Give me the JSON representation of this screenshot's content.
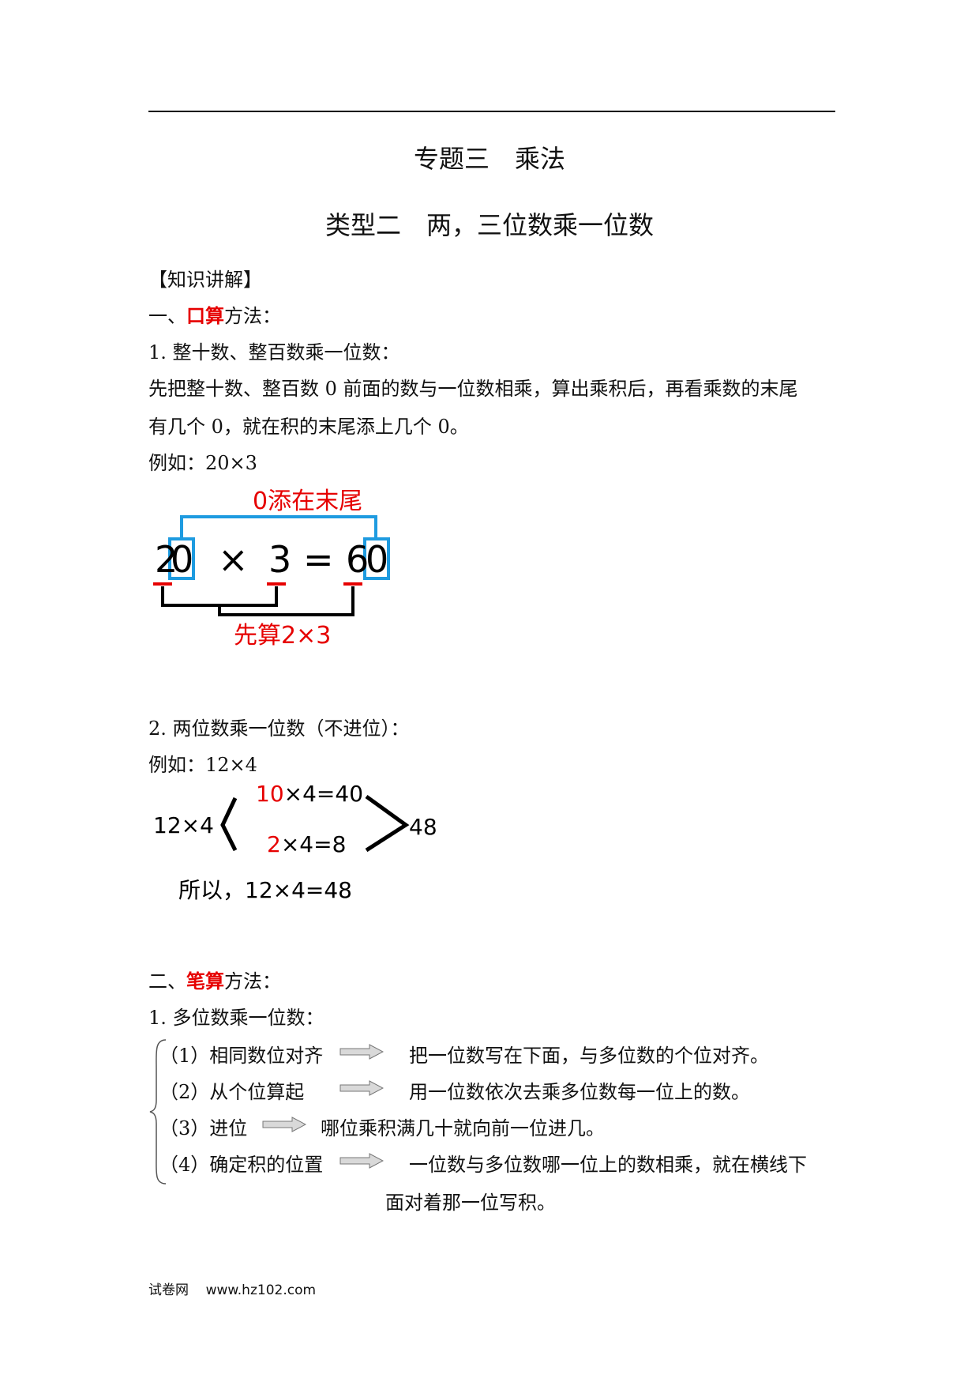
{
  "title": "专题三　乘法",
  "subtitle": "类型二　两，三位数乘一位数",
  "section_label": "【知识讲解】",
  "part1": {
    "prefix": "一、",
    "highlight": "口算",
    "suffix": "方法：",
    "item1": {
      "heading": "1. 整十数、整百数乘一位数：",
      "text_line1": "先把整十数、整百数 0 前面的数与一位数相乘，算出乘积后，再看乘数的末尾",
      "text_line2": "有几个 0，就在积的末尾添上几个 0。",
      "example": "例如：20×3",
      "diagram": {
        "top_label": "0添在末尾",
        "n1": "2",
        "n1b": "0",
        "op": "×",
        "n2": "3",
        "eq": "=",
        "r1": "6",
        "r1b": "0",
        "bottom_label": "先算2×3"
      }
    },
    "item2": {
      "heading": "2. 两位数乘一位数（不进位）：",
      "example": "例如：12×4",
      "diagram": {
        "left": "12×4",
        "top_red": "10",
        "top_rest": "×4=40",
        "bottom_red": "2",
        "bottom_rest": "×4=8",
        "result": "48",
        "conclusion": "所以，12×4=48"
      }
    }
  },
  "part2": {
    "prefix": "二、",
    "highlight": "笔算",
    "suffix": "方法：",
    "heading": "1. 多位数乘一位数：",
    "steps": [
      {
        "label": "（1）相同数位对齐",
        "desc": "把一位数写在下面，与多位数的个位对齐。"
      },
      {
        "label": "（2）从个位算起",
        "desc": "用一位数依次去乘多位数每一位上的数。"
      },
      {
        "label": "（3）进位",
        "desc": "哪位乘积满几十就向前一位进几。"
      },
      {
        "label": "（4）确定积的位置",
        "desc": "一位数与多位数哪一位上的数相乘，就在横线下",
        "desc2": "面对着那一位写积。"
      }
    ]
  },
  "footer": {
    "site": "试卷网",
    "url": "www.hz102.com"
  },
  "colors": {
    "red": "#e60000",
    "blue": "#1e9be0",
    "arrow_fill": "#d9d9d9"
  }
}
